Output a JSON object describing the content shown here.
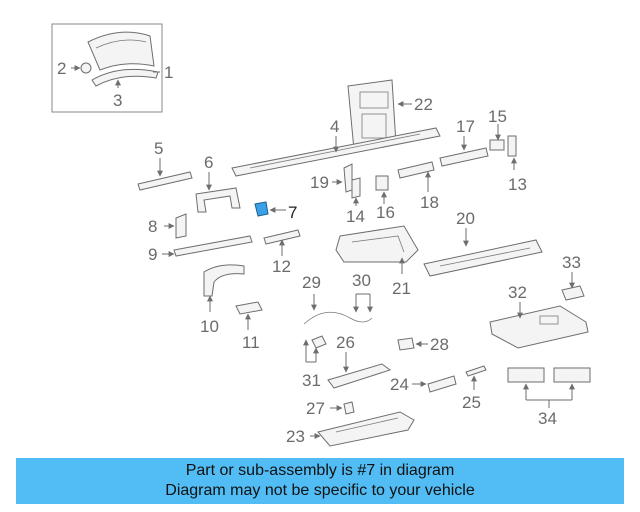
{
  "diagram": {
    "part_labels": [
      "1",
      "2",
      "3",
      "4",
      "5",
      "6",
      "7",
      "8",
      "9",
      "10",
      "11",
      "12",
      "13",
      "14",
      "15",
      "16",
      "17",
      "18",
      "19",
      "20",
      "21",
      "22",
      "23",
      "24",
      "25",
      "26",
      "27",
      "28",
      "29",
      "30",
      "31",
      "32",
      "33",
      "34"
    ],
    "highlighted_part": "7",
    "highlight_color": "#3aa0e8"
  },
  "banner": {
    "line1": "Part or sub-assembly is #7 in diagram",
    "line2": "Diagram may not be specific to your vehicle",
    "background": "#51bdf4"
  }
}
